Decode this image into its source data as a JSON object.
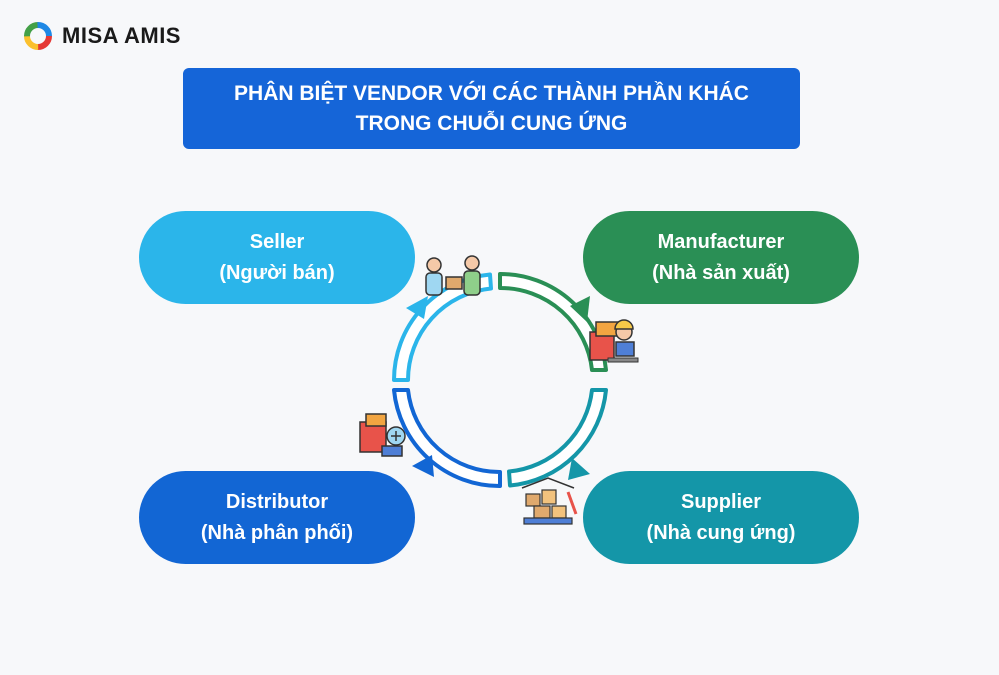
{
  "brand": {
    "name": "MISA AMIS"
  },
  "title": {
    "line1": "PHÂN BIỆT VENDOR VỚI CÁC THÀNH PHẦN KHÁC",
    "line2": "TRONG CHUỖI CUNG ỨNG"
  },
  "nodes": {
    "seller": {
      "label": "Seller",
      "sub": "(Người bán)",
      "color": "#2bb5ea"
    },
    "manufacturer": {
      "label": "Manufacturer",
      "sub": "(Nhà sản xuất)",
      "color": "#2a8f55"
    },
    "supplier": {
      "label": "Supplier",
      "sub": "(Nhà cung ứng)",
      "color": "#1496a8"
    },
    "distributor": {
      "label": "Distributor",
      "sub": "(Nhà phân phối)",
      "color": "#1266d4"
    }
  },
  "icons": {
    "seller": "handover-icon",
    "manufacturer": "factory-worker-icon",
    "supplier": "warehouse-boxes-icon",
    "distributor": "delivery-person-icon"
  }
}
